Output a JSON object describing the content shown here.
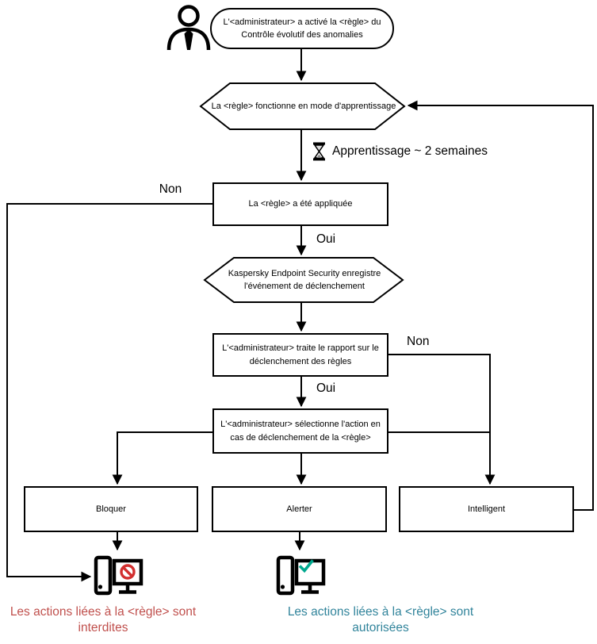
{
  "diagram": {
    "start": {
      "line1": "L'<administrateur> a activé la <règle> du",
      "line2": "Contrôle évolutif des anomalies"
    },
    "learning_mode": {
      "text": "La <règle> fonctionne en mode d'apprentissage"
    },
    "learning_duration": {
      "text": "Apprentissage ~ 2 semaines"
    },
    "rule_applied": {
      "text": "La <règle> a été appliquée"
    },
    "kes_registers": {
      "line1": "Kaspersky Endpoint Security enregistre",
      "line2": "l'événement de déclenchement"
    },
    "admin_processes_report": {
      "line1": "L'<administrateur> traite le rapport sur le",
      "line2": "déclenchement des règles"
    },
    "admin_selects_action": {
      "line1": "L'<administrateur> sélectionne l'action en",
      "line2": "cas de déclenchement de la <règle>"
    },
    "action_block": {
      "label": "Bloquer"
    },
    "action_alert": {
      "label": "Alerter"
    },
    "action_smart": {
      "label": "Intelligent"
    },
    "edge_labels": {
      "rule_applied_no": "Non",
      "rule_applied_yes": "Oui",
      "report_no": "Non",
      "report_yes": "Oui"
    },
    "outcome_blocked": {
      "line1": "Les actions liées à la <règle> sont",
      "line2": "interdites"
    },
    "outcome_allowed": {
      "line1": "Les actions liées à la <règle> sont",
      "line2": "autorisées"
    }
  },
  "icons": {
    "person-icon": "👤",
    "hourglass-icon": "⏳",
    "prohibition-icon": "🚫",
    "check-icon": "✓"
  },
  "colors": {
    "line": "#000000",
    "outcome_blocked_text": "#c0504d",
    "outcome_allowed_text": "#31849b",
    "prohibition_sign": "#d22f2f",
    "check_mark": "#00a88e"
  }
}
